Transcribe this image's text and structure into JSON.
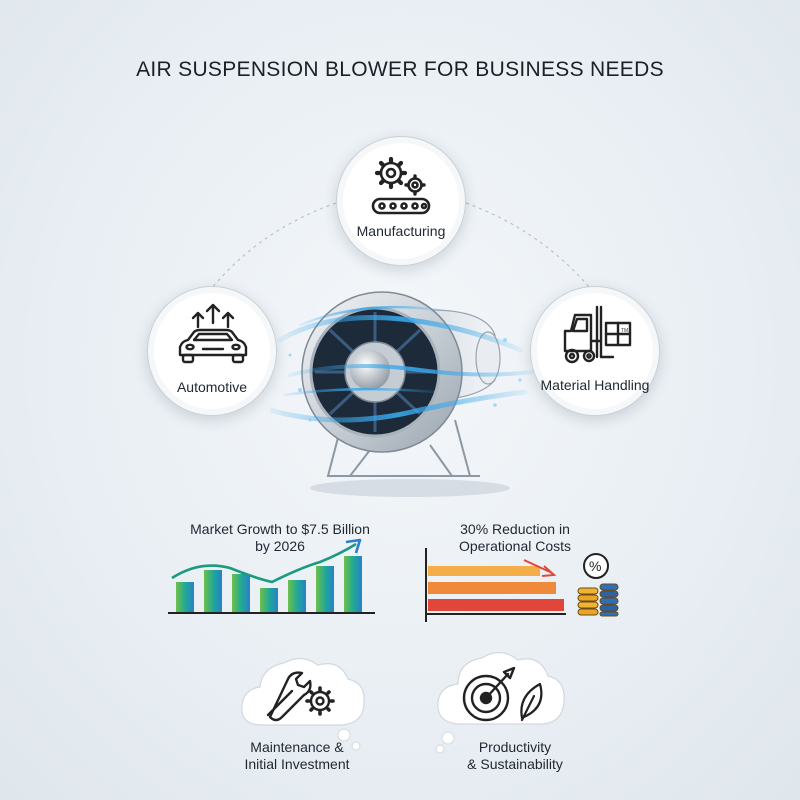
{
  "title": "AIR SUSPENSION BLOWER FOR BUSINESS NEEDS",
  "industries": {
    "manufacturing": "Manufacturing",
    "automotive": "Automotive",
    "material_handling": "Material Handling"
  },
  "stats": {
    "market_growth": {
      "line1": "Market Growth to $7.5 Billion",
      "line2": "by 2026"
    },
    "cost_reduction": {
      "line1": "30% Reduction in",
      "line2": "Operational Costs"
    }
  },
  "considerations": {
    "maintenance": {
      "line1": "Maintenance &",
      "line2": "Initial Investment"
    },
    "productivity": {
      "line1": "Productivity",
      "line2": "& Sustainability"
    }
  },
  "icons": {
    "gears": "gears-icon",
    "car": "car-icon",
    "forklift": "forklift-icon",
    "wrench_gear": "wrench-gear-icon",
    "target": "target-icon",
    "leaf": "leaf-icon",
    "percent_coins": "percent-coins-icon"
  },
  "colors": {
    "bar_green": "#5cb848",
    "bar_teal": "#1ea79a",
    "bar_blue": "#2a7fc8",
    "reduction_orange": "#f29a3c",
    "reduction_red": "#e0473a",
    "swirl_blue": "#3aa7e8"
  }
}
